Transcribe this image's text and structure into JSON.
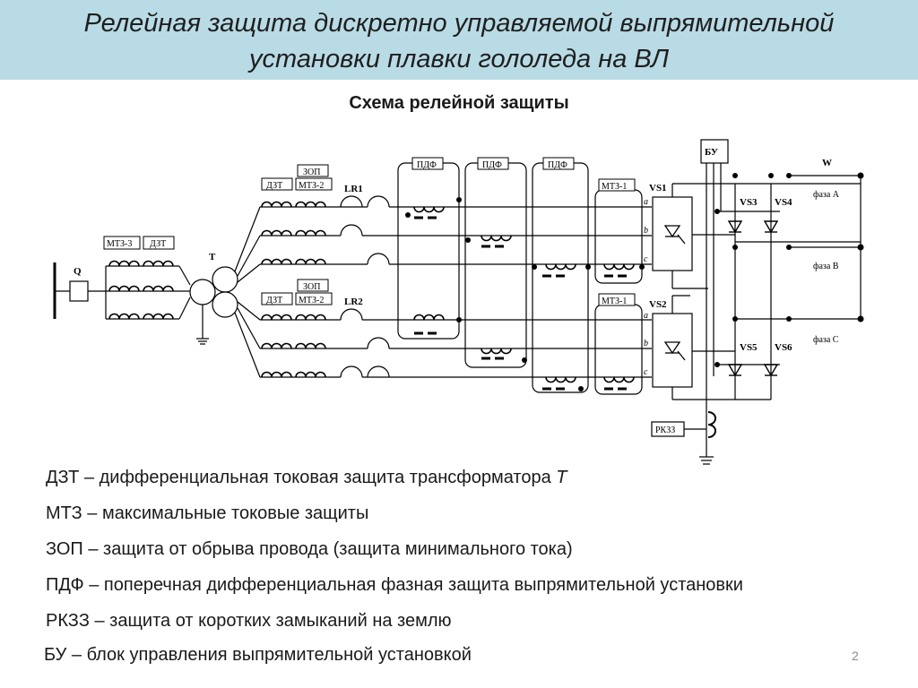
{
  "slide": {
    "title_line1": "Релейная защита дискретно управляемой выпрямительной",
    "title_line2": "установки плавки гололеда на ВЛ",
    "subtitle": "Схема  релейной защиты",
    "page_number": "2"
  },
  "diagram": {
    "q_label": "Q",
    "t_label": "T",
    "lr1_label": "LR1",
    "lr2_label": "LR2",
    "mtz3_label": "МТЗ-3",
    "dzt_label": "ДЗТ",
    "zop_label": "ЗОП",
    "mtz2_label": "МТЗ-2",
    "pdf_label": "ПДФ",
    "mtz1_label": "МТЗ-1",
    "vs1_label": "VS1",
    "vs2_label": "VS2",
    "vs3_label": "VS3",
    "vs4_label": "VS4",
    "vs5_label": "VS5",
    "vs6_label": "VS6",
    "bu_label": "БУ",
    "rkzz_label": "РКЗЗ",
    "w_label": "W",
    "phase_a": "фаза А",
    "phase_b": "фаза В",
    "phase_c": "фаза С",
    "letter_a": "a",
    "letter_b": "b",
    "letter_c": "c"
  },
  "legend": {
    "dzt": "ДЗТ –  дифференциальная токовая защита трансформатора ",
    "dzt_symbol": "Т",
    "mtz": "МТЗ – максимальные токовые защиты",
    "zop": "ЗОП – защита от обрыва провода (защита минимального тока)",
    "pdf": "ПДФ – поперечная дифференциальная фазная защита выпрямительной установки",
    "rkzz": "РКЗЗ – защита от коротких замыканий на землю",
    "bu": "БУ – блок управления выпрямительной установкой"
  }
}
